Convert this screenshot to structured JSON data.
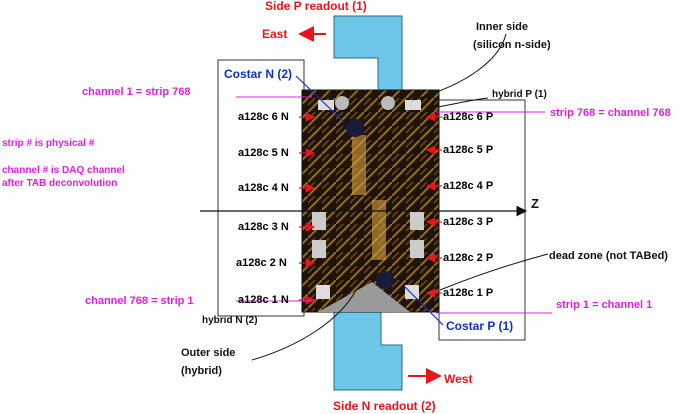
{
  "side_p_readout": "Side P readout (1)",
  "side_n_readout": "Side N readout (2)",
  "east": "East",
  "west": "West",
  "inner_side": [
    "Inner side",
    "(silicon  n-side)"
  ],
  "outer_side": [
    "Outer side",
    "(hybrid)"
  ],
  "costar_n": "Costar N (2)",
  "costar_p": "Costar P (1)",
  "hybrid_p": "hybrid P (1)",
  "hybrid_n": "hybrid N (2)",
  "channel1_strip768": "channel 1 = strip 768",
  "strip768_channel768": "strip 768 = channel 768",
  "channel768_strip1": "channel 768 = strip 1",
  "strip1_channel1": "strip 1 = channel 1",
  "notes": {
    "line1": "strip # is physical #",
    "line2": "channel # is DAQ channel",
    "line3": "after TAB deconvolution"
  },
  "dead_zone": "dead zone (not TABed)",
  "z_axis": "Z",
  "n_chips": [
    "a128c 6 N",
    "a128c 5 N",
    "a128c 4 N",
    "a128c 3 N",
    "a128c 2 N",
    "a128c 1 N"
  ],
  "p_chips": [
    "a128c 6 P",
    "a128c 5 P",
    "a128c 4 P",
    "a128c 3 P",
    "a128c 2 P",
    "a128c 1 P"
  ],
  "colors": {
    "label_red": "#e8141e",
    "label_magenta": "#e020e0",
    "label_blue": "#1030c0",
    "readout_box": "#6ec6e8"
  }
}
